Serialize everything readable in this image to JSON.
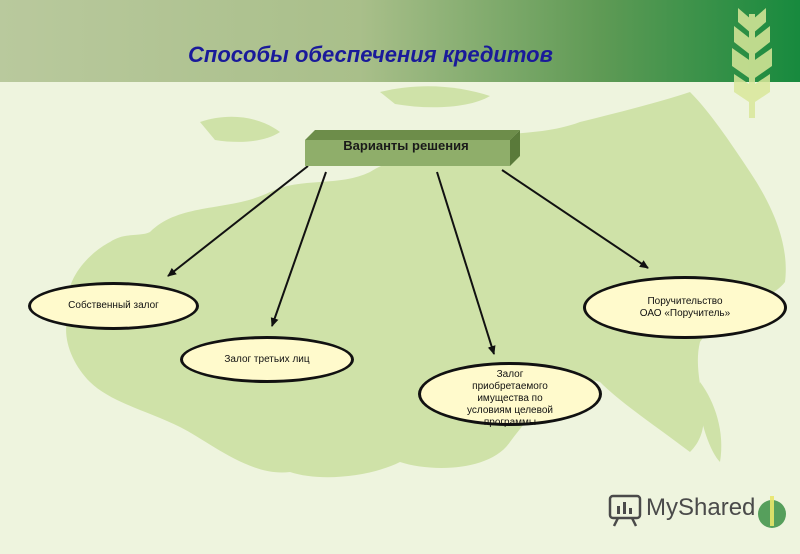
{
  "header": {
    "title": "Способы обеспечения кредитов"
  },
  "diagram": {
    "root": "Варианты решения",
    "options": [
      {
        "lines": [
          "Собственный залог"
        ]
      },
      {
        "lines": [
          "Залог третьих лиц"
        ]
      },
      {
        "lines": [
          "Залог",
          "приобретаемого",
          "имущества по",
          "условиям целевой",
          "программы"
        ]
      },
      {
        "lines": [
          "Поручительство",
          "ОАО «Поручитель»"
        ]
      }
    ]
  },
  "watermark": {
    "text": "MyShared"
  },
  "colors": {
    "oval_fill": "#fffacc",
    "root_box": "#8fae6a",
    "map": "#cfe2a8"
  }
}
